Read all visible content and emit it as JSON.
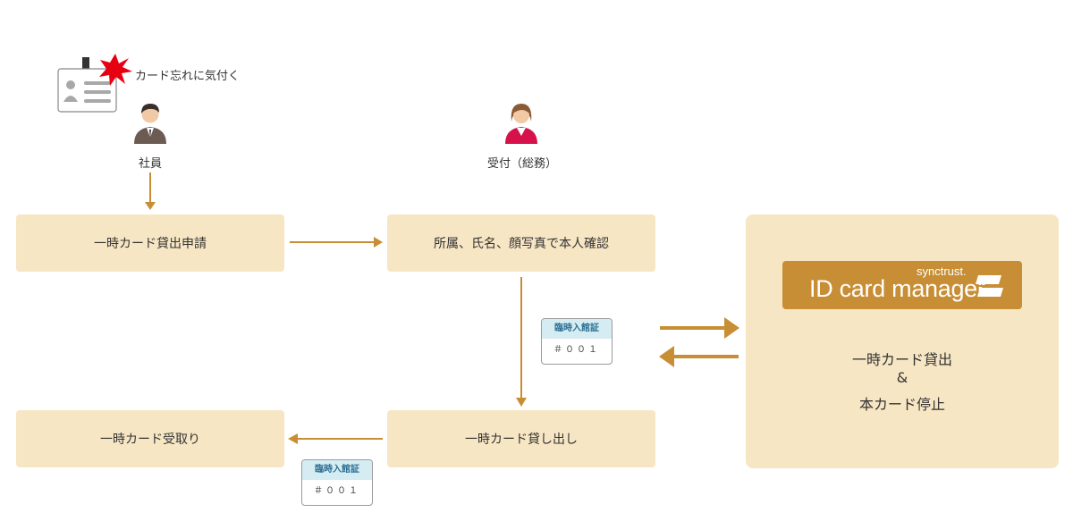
{
  "labels": {
    "forgot_card": "カード忘れに気付く",
    "employee": "社員",
    "reception": "受付（総務）"
  },
  "steps": {
    "apply": "一時カード貸出申請",
    "verify": "所属、氏名、顔写真で本人確認",
    "lend": "一時カード貸し出し",
    "receive": "一時カード受取り"
  },
  "pass": {
    "title": "臨時入館証",
    "number": "＃００１"
  },
  "system": {
    "logo_small": "synctrust.",
    "logo_main": "ID card manager",
    "line1": "一時カード貸出",
    "line2": "&",
    "line3": "本カード停止"
  },
  "colors": {
    "arrow": "#c88e35",
    "box": "#f7e6c4",
    "logo_bg": "#c88e35",
    "burst": "#e60012",
    "reception_suit": "#d6124b",
    "employee_suit": "#6b5b52"
  }
}
